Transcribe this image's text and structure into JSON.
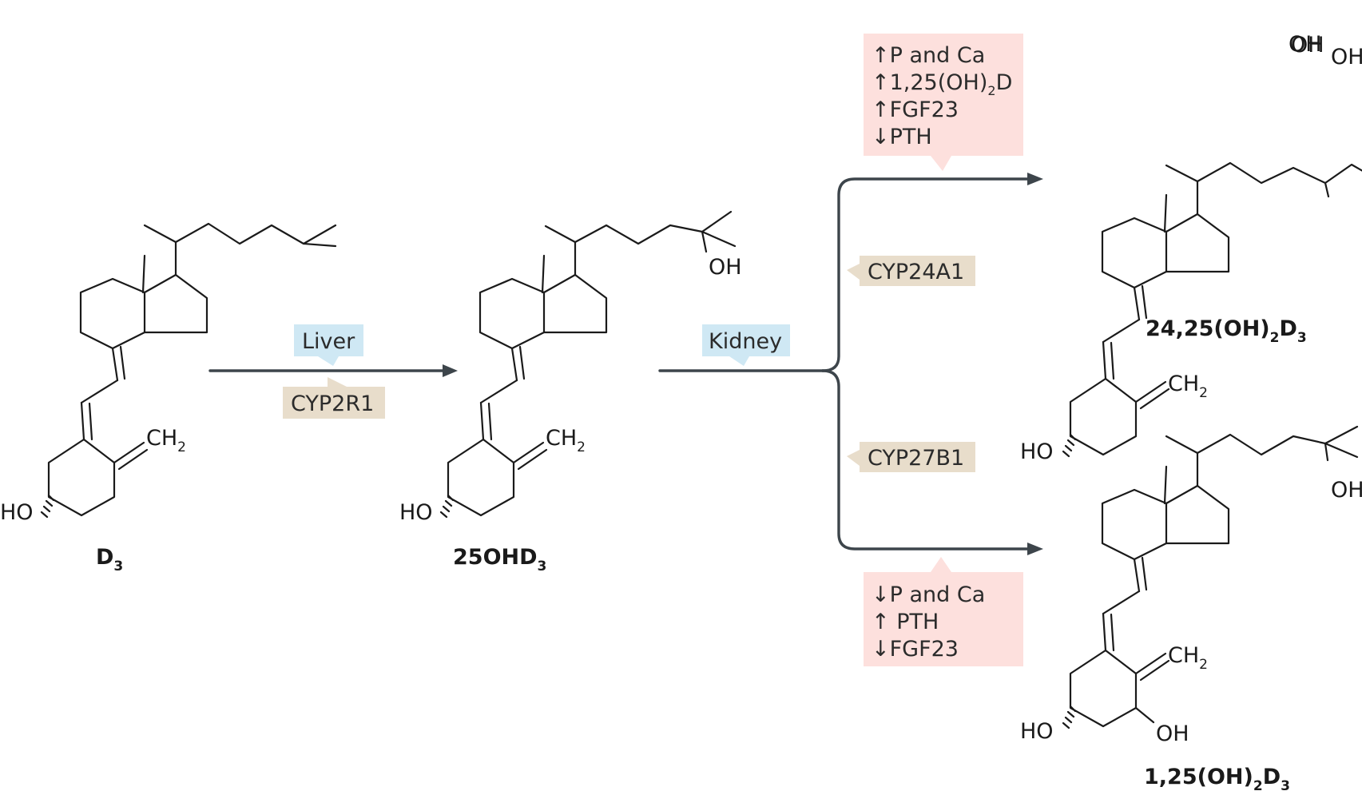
{
  "colors": {
    "organ_box": "#cfe8f4",
    "enzyme_box": "#e8ddcb",
    "effect_box": "#fde0dd",
    "arrow": "#3d454b",
    "bond": "#1a1a1a"
  },
  "atoms": {
    "ho": "HO",
    "oh": "OH",
    "ch": "CH",
    "two": "2"
  },
  "compounds": {
    "d3": {
      "main": "D",
      "sub": "3"
    },
    "ohd3_25": {
      "main": "25OHD",
      "sub": "3"
    },
    "oh2d3_2425": {
      "main1": "24,25(OH)",
      "sub1": "2",
      "main2": "D",
      "sub2": "3"
    },
    "oh2d3_125": {
      "main1": "1,25(OH)",
      "sub1": "2",
      "main2": "D",
      "sub2": "3"
    }
  },
  "organs": {
    "liver": "Liver",
    "kidney": "Kidney"
  },
  "enzymes": {
    "cyp2r1": "CYP2R1",
    "cyp24a1": "CYP24A1",
    "cyp27b1": "CYP27B1"
  },
  "effects_top": {
    "line1": "↑P and Ca",
    "line2_pre": "↑1,25(OH)",
    "line2_sub": "2",
    "line2_post": "D",
    "line3": "↑FGF23",
    "line4": "↓PTH"
  },
  "effects_bottom": {
    "line1": "↓P and Ca",
    "line2": "↑ PTH",
    "line3": "↓FGF23"
  }
}
